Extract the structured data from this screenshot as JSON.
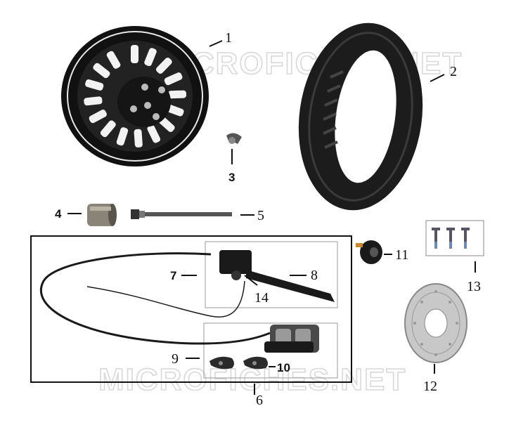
{
  "diagram": {
    "watermark": "MICROFICHES.NET",
    "callouts": [
      {
        "id": "1",
        "label": "1"
      },
      {
        "id": "2",
        "label": "2"
      },
      {
        "id": "3",
        "label": "3"
      },
      {
        "id": "4",
        "label": "4"
      },
      {
        "id": "5",
        "label": "5"
      },
      {
        "id": "6",
        "label": "6"
      },
      {
        "id": "7",
        "label": "7"
      },
      {
        "id": "8",
        "label": "8"
      },
      {
        "id": "9",
        "label": "9"
      },
      {
        "id": "10",
        "label": "10"
      },
      {
        "id": "11",
        "label": "11"
      },
      {
        "id": "12",
        "label": "12"
      },
      {
        "id": "13",
        "label": "13"
      },
      {
        "id": "14",
        "label": "14"
      }
    ]
  }
}
